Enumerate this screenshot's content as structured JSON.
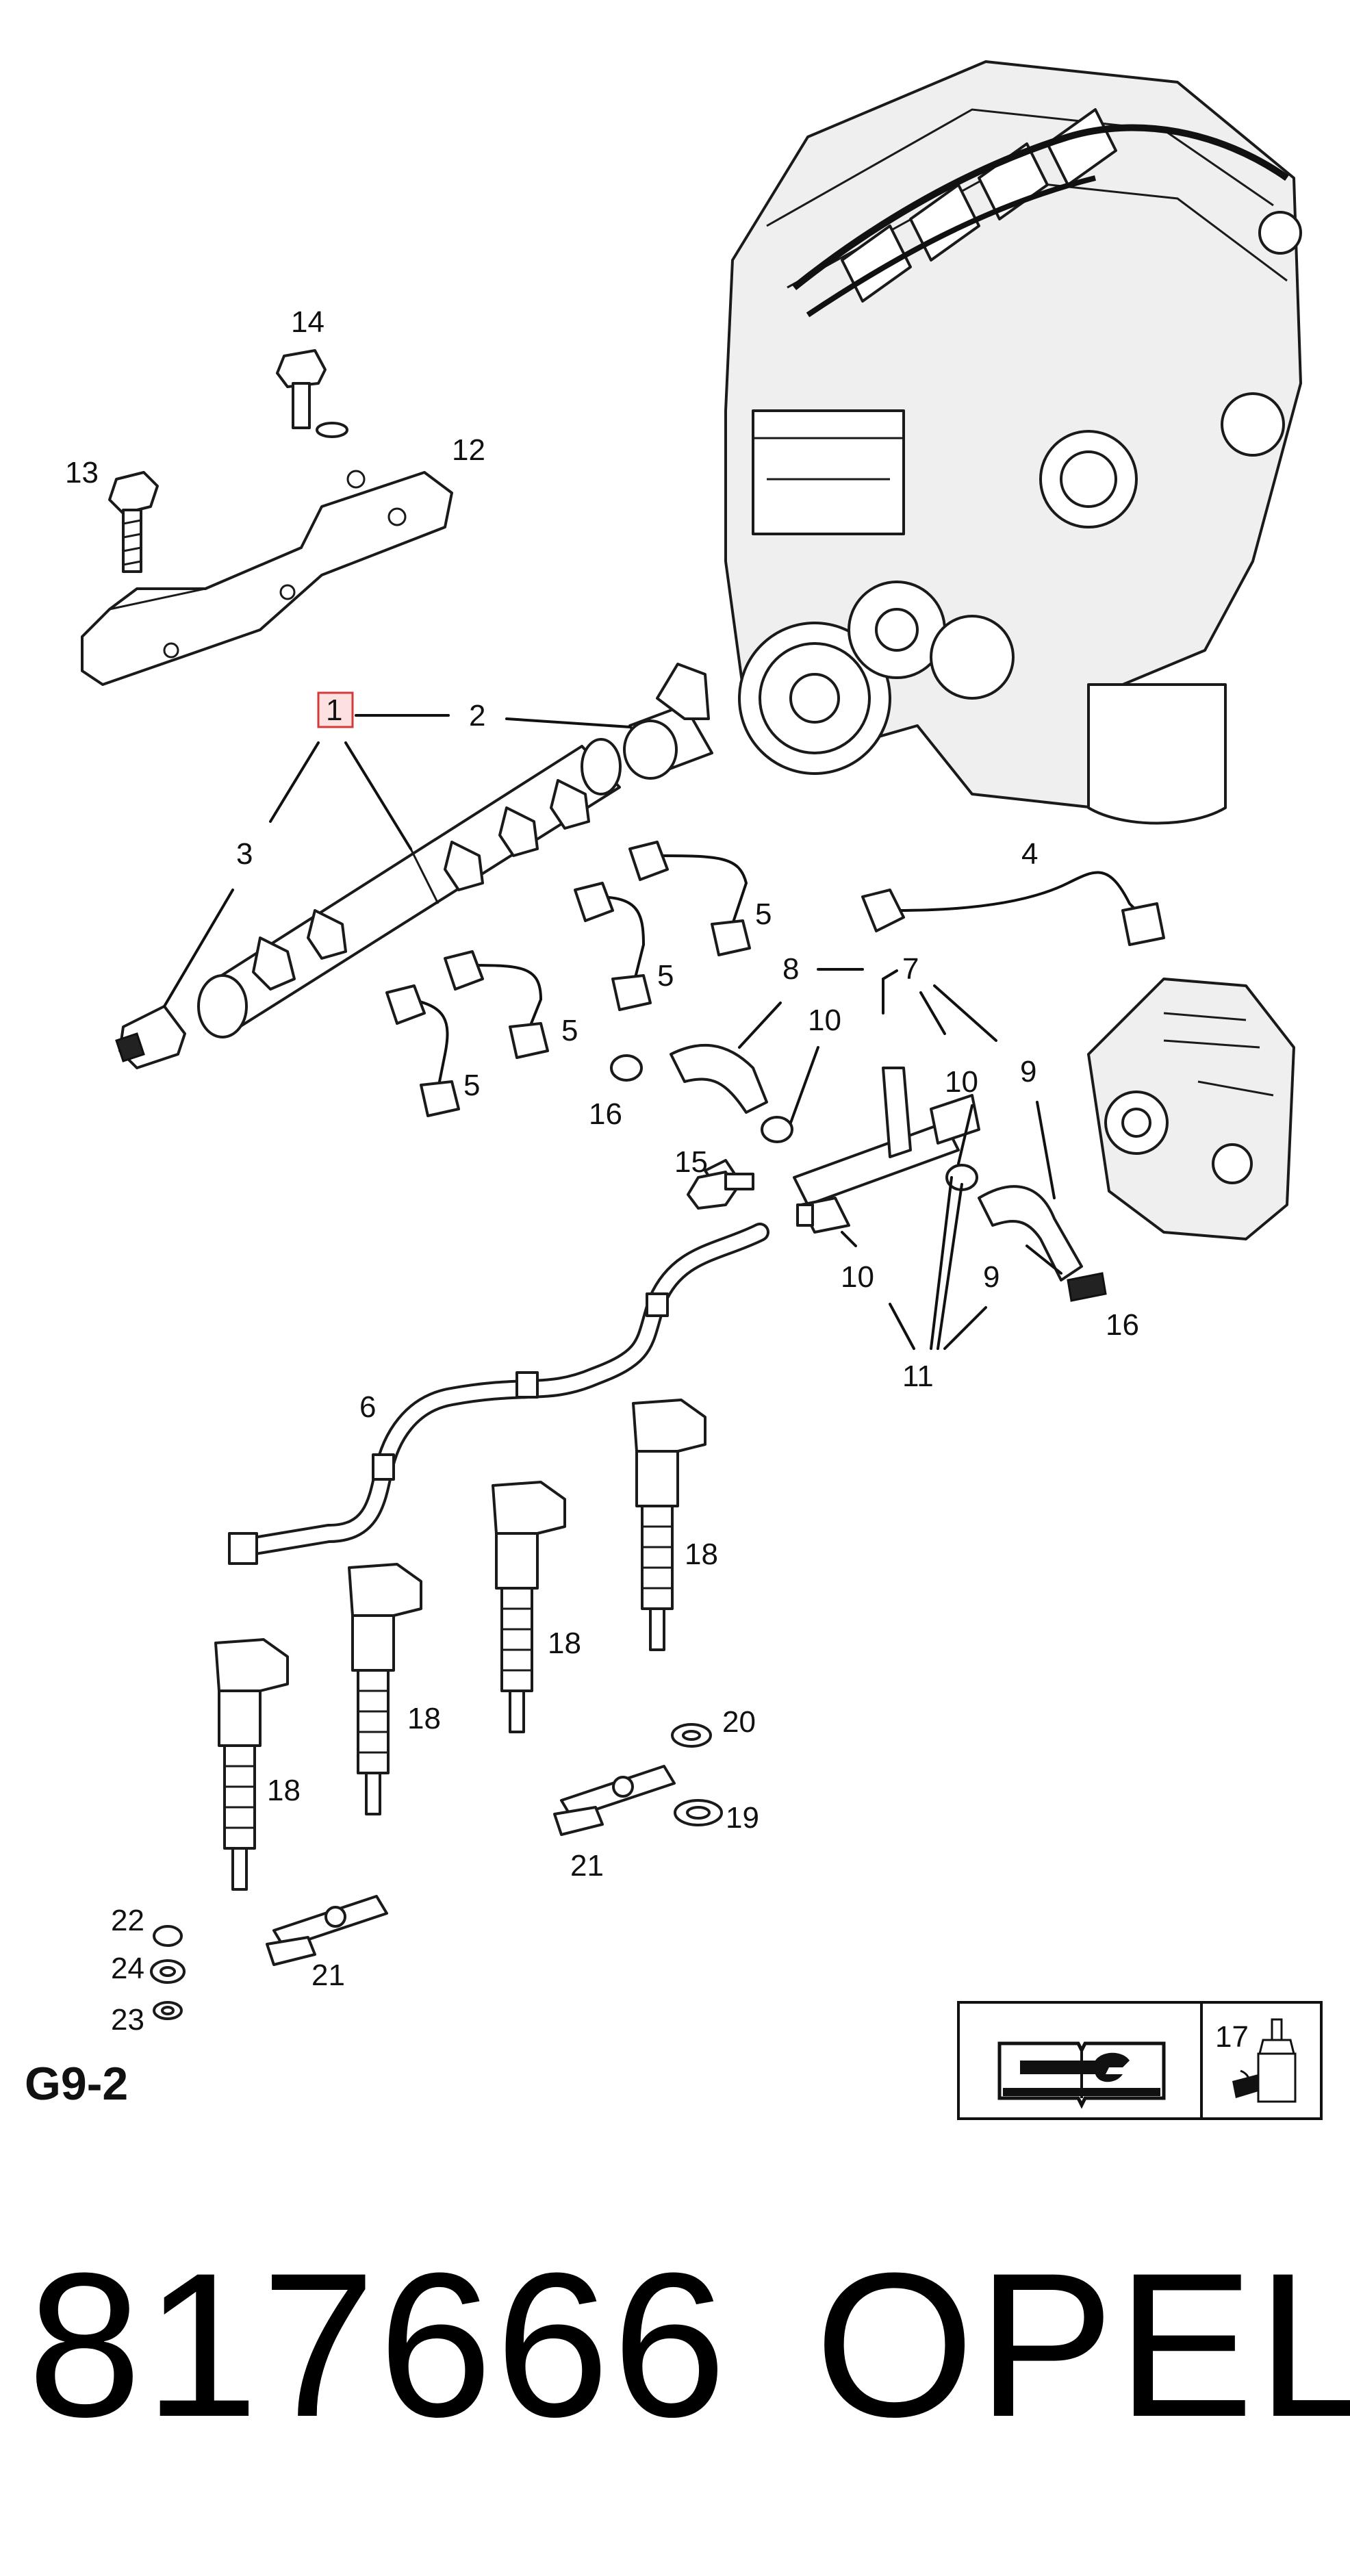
{
  "labels": {
    "l1": "1",
    "l2": "2",
    "l3": "3",
    "l4": "4",
    "l5a": "5",
    "l5b": "5",
    "l5c": "5",
    "l5d": "5",
    "l6": "6",
    "l7": "7",
    "l8": "8",
    "l9a": "9",
    "l9b": "9",
    "l10a": "10",
    "l10b": "10",
    "l10c": "10",
    "l11": "11",
    "l12": "12",
    "l13": "13",
    "l14": "14",
    "l15": "15",
    "l16a": "16",
    "l16b": "16",
    "l17": "17",
    "l18a": "18",
    "l18b": "18",
    "l18c": "18",
    "l18d": "18",
    "l19": "19",
    "l20": "20",
    "l21a": "21",
    "l21b": "21",
    "l22": "22",
    "l23": "23",
    "l24": "24"
  },
  "page_code": "G9-2",
  "part_number": "817666",
  "brand": "OPEL",
  "colors": {
    "highlight_box": "#d33a3a",
    "highlight_fill": "#fde0e0",
    "lines": "#111111"
  },
  "icons": [
    "repair-manual-icon",
    "lubricant-bottle-icon"
  ]
}
